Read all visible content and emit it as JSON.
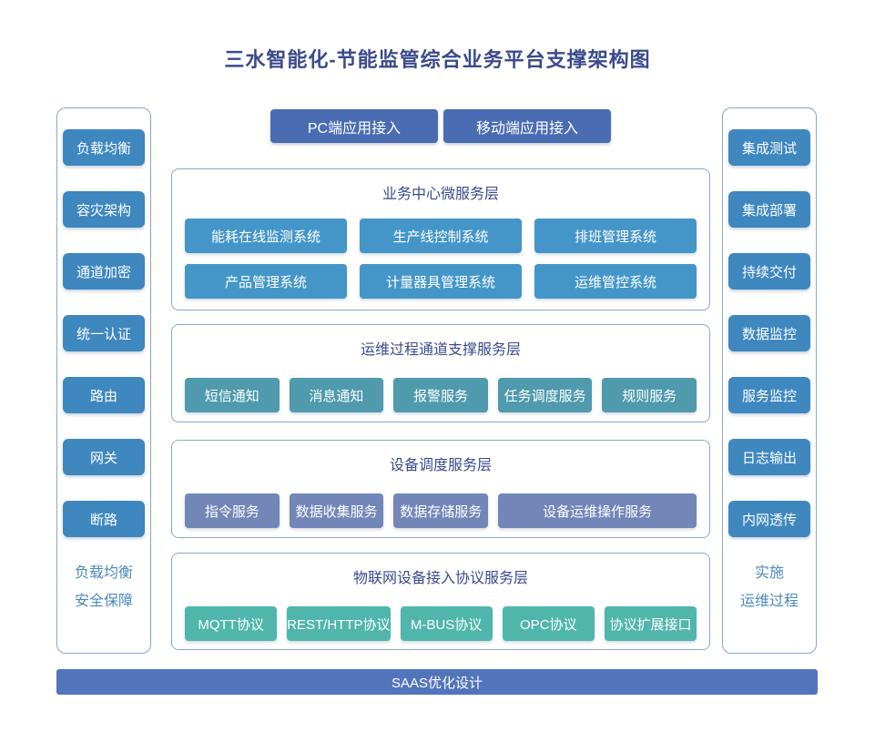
{
  "page": {
    "title": "三水智能化-节能监管综合业务平台支撑架构图",
    "bottom_bar": "SAAS优化设计"
  },
  "colors": {
    "title_text": "#3b4a8c",
    "panel_border": "#8aa6c8",
    "sidebar_box": "#3e87bf",
    "sidebar_label_text": "#4e89bd",
    "access_button": "#4a6cb3",
    "bottom_bar": "#5274bb",
    "business_layer_box": "#4496c8",
    "ops_layer_box": "#4f9aad",
    "device_layer_box": "#7286b8",
    "iot_layer_box": "#50b6ac"
  },
  "left_panel": {
    "items": [
      "负载均衡",
      "容灾架构",
      "通道加密",
      "统一认证",
      "路由",
      "网关",
      "断路"
    ],
    "label_lines": [
      "负载均衡",
      "安全保障"
    ]
  },
  "right_panel": {
    "items": [
      "集成测试",
      "集成部署",
      "持续交付",
      "数据监控",
      "服务监控",
      "日志输出",
      "内网透传"
    ],
    "label_lines": [
      "实施",
      "运维过程"
    ]
  },
  "access": {
    "buttons": [
      "PC端应用接入",
      "移动端应用接入"
    ]
  },
  "layers": [
    {
      "title": "业务中心微服务层",
      "items": [
        "能耗在线监测系统",
        "生产线控制系统",
        "排班管理系统",
        "产品管理系统",
        "计量器具管理系统",
        "运维管控系统"
      ]
    },
    {
      "title": "运维过程通道支撑服务层",
      "items": [
        "短信通知",
        "消息通知",
        "报警服务",
        "任务调度服务",
        "规则服务"
      ]
    },
    {
      "title": "设备调度服务层",
      "items": [
        "指令服务",
        "数据收集服务",
        "数据存储服务",
        "设备运维操作服务"
      ]
    },
    {
      "title": "物联网设备接入协议服务层",
      "items": [
        "MQTT协议",
        "REST/HTTP协议",
        "M-BUS协议",
        "OPC协议",
        "协议扩展接口"
      ]
    }
  ]
}
